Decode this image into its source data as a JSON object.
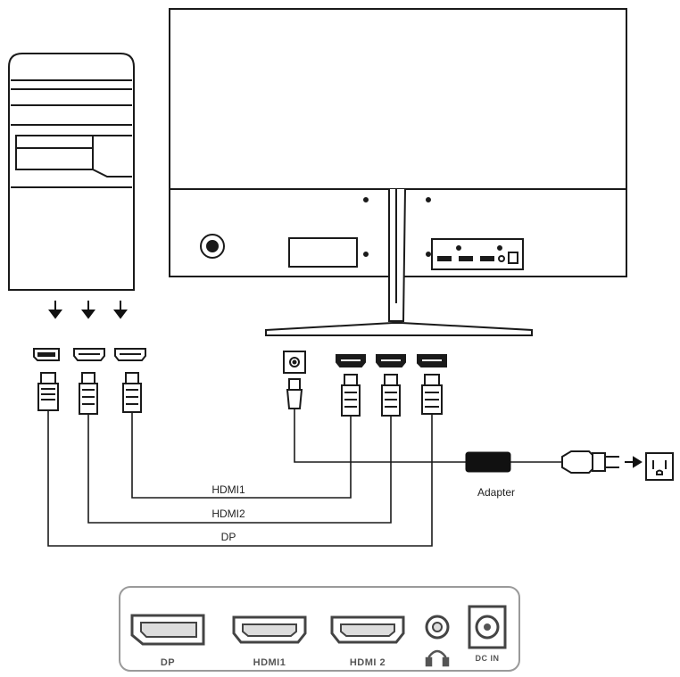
{
  "cables": {
    "hdmi1": "HDMI1",
    "hdmi2": "HDMI2",
    "dp": "DP"
  },
  "adapter_label": "Adapter",
  "port_panel": {
    "dp": "DP",
    "hdmi1": "HDMI1",
    "hdmi2": "HDMI 2",
    "dc_in": "DC IN"
  },
  "colors": {
    "line": "#1a1a1a",
    "adapter_fill": "#111111"
  }
}
